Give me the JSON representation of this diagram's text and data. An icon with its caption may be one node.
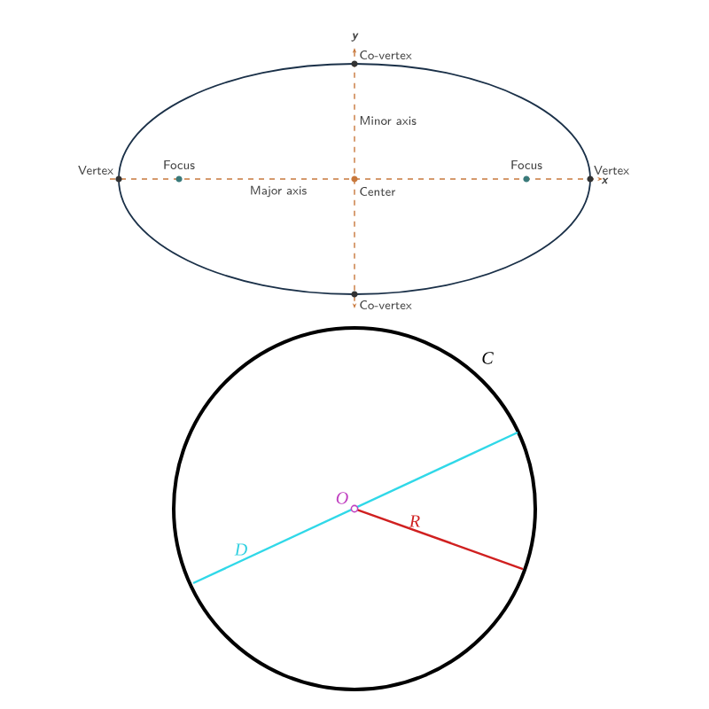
{
  "diagram": {
    "labels": [
      "y",
      "Co-vertex",
      "Minor axis",
      "Vertex",
      "Focus",
      "Major axis",
      "Center",
      "Focus",
      "Vertex",
      "x",
      "Co-vertex",
      "C",
      "O",
      "D",
      "R"
    ]
  }
}
